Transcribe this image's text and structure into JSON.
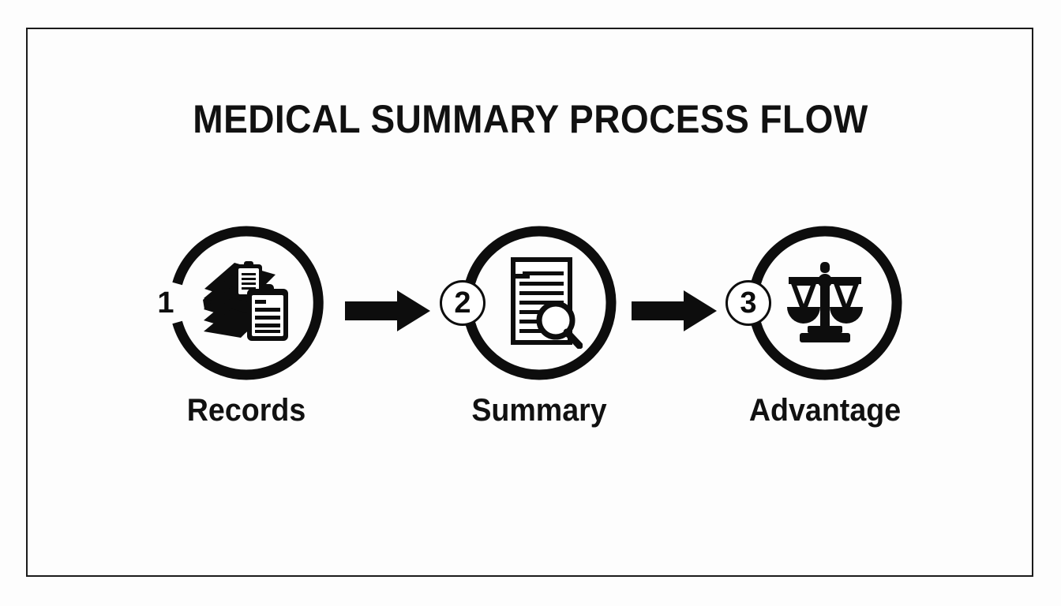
{
  "document": {
    "title": "MEDICAL SUMMARY PROCESS FLOW",
    "background_color": "#fdfdfd",
    "ink_color": "#111111",
    "frame_color": "#1b1b1b"
  },
  "flow": {
    "steps": [
      {
        "number": "1",
        "label": "Records",
        "icon": "stacked-documents-clipboard-icon",
        "badge_style": "open-ring-gap"
      },
      {
        "number": "2",
        "label": "Summary",
        "icon": "document-magnifier-icon",
        "badge_style": "circle-badge"
      },
      {
        "number": "3",
        "label": "Advantage",
        "icon": "balance-scales-icon",
        "badge_style": "circle-badge"
      }
    ],
    "connectors": [
      {
        "icon": "arrow-right-icon",
        "from": "Records",
        "to": "Summary"
      },
      {
        "icon": "arrow-right-icon",
        "from": "Summary",
        "to": "Advantage"
      }
    ]
  }
}
